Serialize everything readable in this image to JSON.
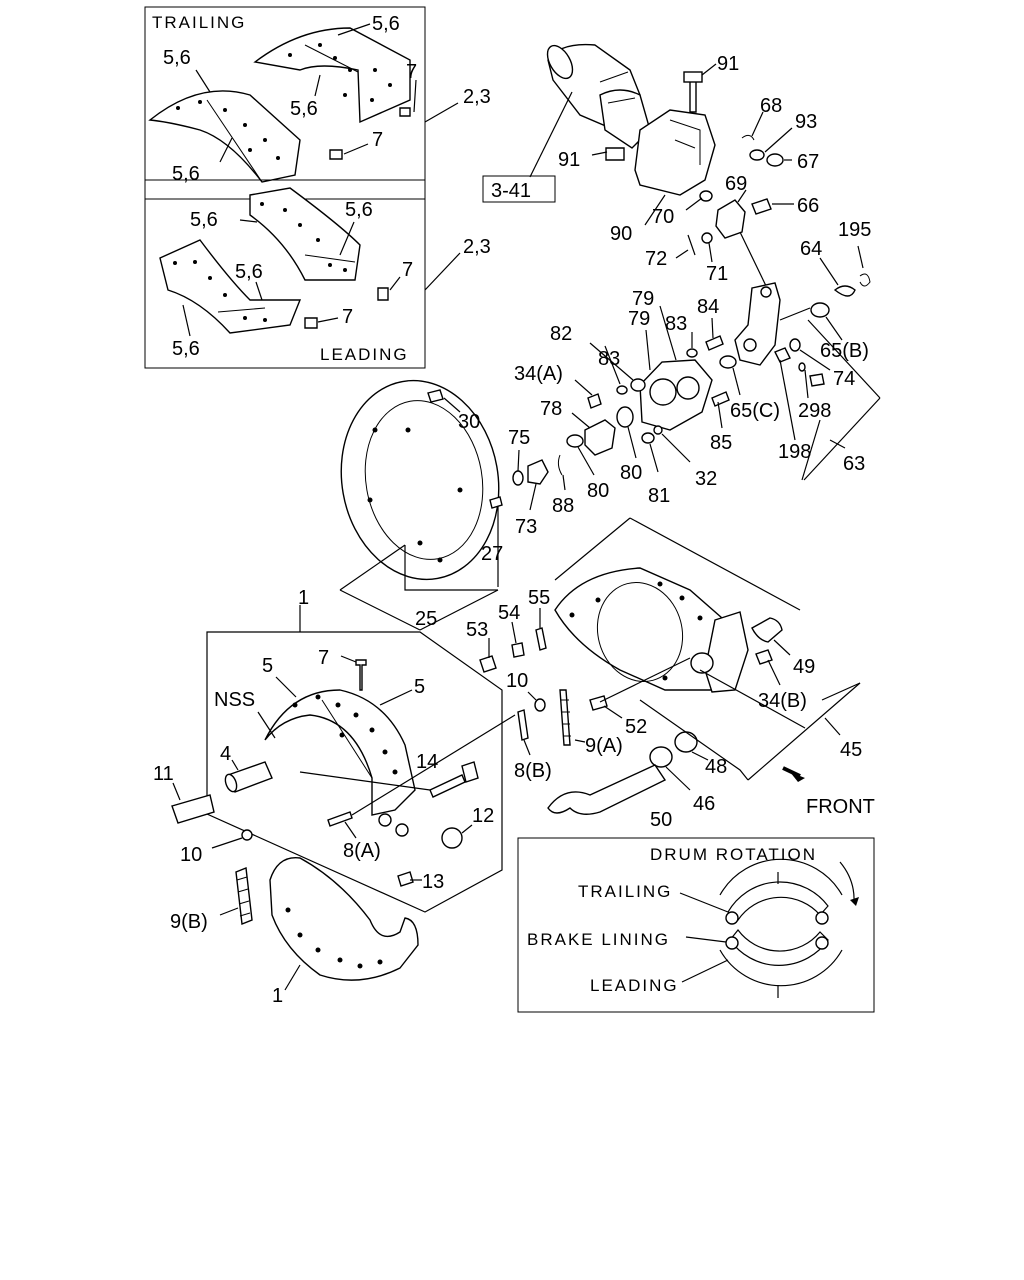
{
  "inset_trailing": {
    "title": "TRAILING"
  },
  "inset_leading": {
    "title": "LEADING"
  },
  "inset_drum": {
    "title": "DRUM ROTATION",
    "trailing": "TRAILING",
    "brake_lining": "BRAKE LINING",
    "leading": "LEADING"
  },
  "front_label": "FRONT",
  "ref_label": "3-41",
  "callouts": {
    "c91a": "91",
    "c91b": "91",
    "c68": "68",
    "c93": "93",
    "c67": "67",
    "c69": "69",
    "c66": "66",
    "c70": "70",
    "c90": "90",
    "c72": "72",
    "c71": "71",
    "c64": "64",
    "c195": "195",
    "c65b": "65(B)",
    "c74": "74",
    "c63": "63",
    "c198": "198",
    "c298": "298",
    "c65c": "65(C)",
    "c85": "85",
    "c84": "84",
    "c83a": "83",
    "c83b": "83",
    "c79a": "79",
    "c79b": "79",
    "c82": "82",
    "c34a": "34(A)",
    "c78": "78",
    "c32": "32",
    "c81": "81",
    "c80a": "80",
    "c80b": "80",
    "c88": "88",
    "c75": "75",
    "c73": "73",
    "c30": "30",
    "c27": "27",
    "c25": "25",
    "c23a": "2,3",
    "c23b": "2,3",
    "t56a": "5,6",
    "t56b": "5,6",
    "t56c": "5,6",
    "t56d": "5,6",
    "t7a": "7",
    "t7b": "7",
    "l56a": "5,6",
    "l56b": "5,6",
    "l56c": "5,6",
    "l56d": "5,6",
    "l7a": "7",
    "l7b": "7",
    "c1a": "1",
    "c1b": "1",
    "c7": "7",
    "c5a": "5",
    "c5b": "5",
    "nss": "NSS",
    "c4": "4",
    "c11": "11",
    "c10a": "10",
    "c10b": "10",
    "c14": "14",
    "c12": "12",
    "c8a": "8(A)",
    "c8b": "8(B)",
    "c13": "13",
    "c9b": "9(B)",
    "c9a": "9(A)",
    "c53": "53",
    "c54": "54",
    "c55": "55",
    "c52": "52",
    "c49": "49",
    "c34b": "34(B)",
    "c45": "45",
    "c48": "48",
    "c46": "46",
    "c50": "50"
  }
}
